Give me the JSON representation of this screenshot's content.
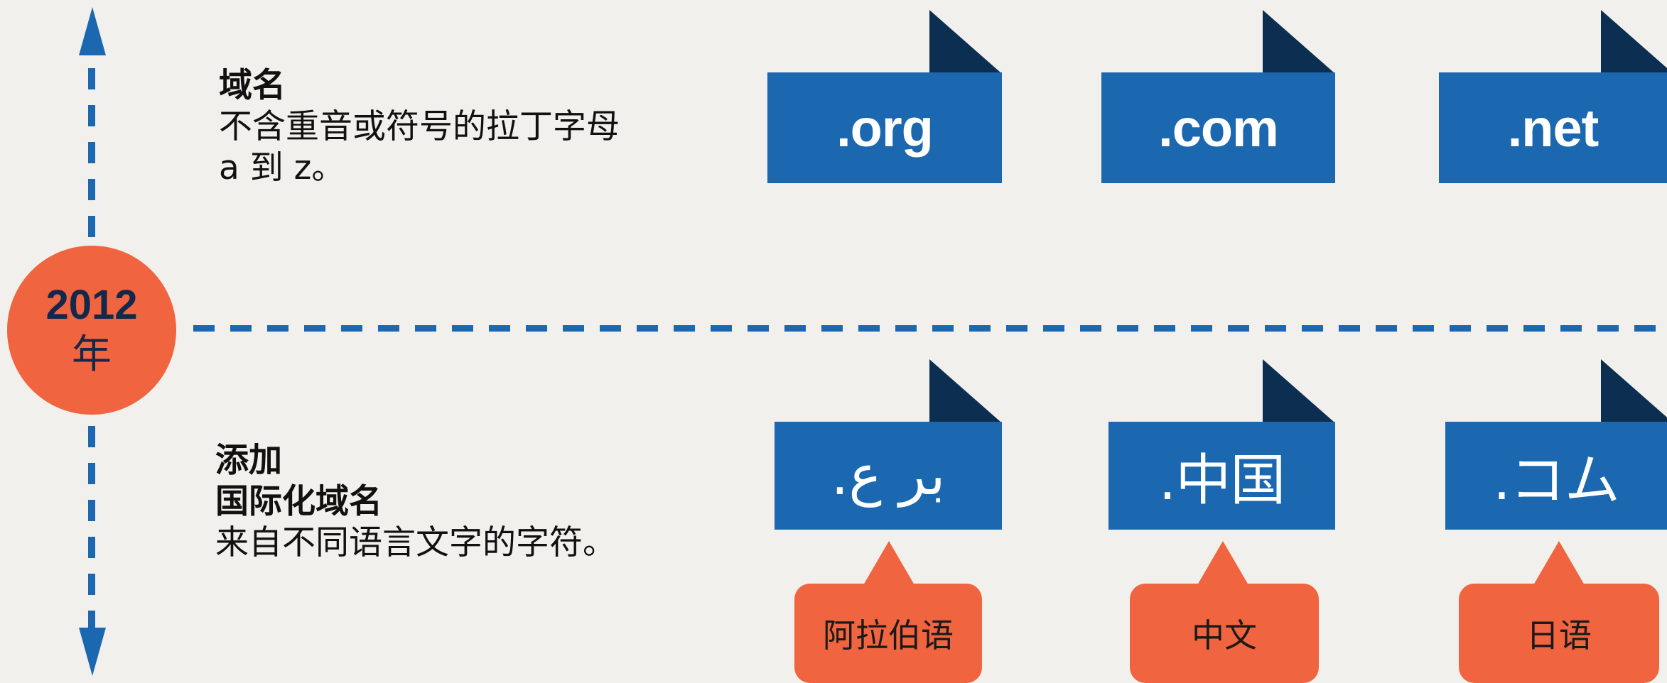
{
  "timeline": {
    "year_number": "2012",
    "year_unit": "年"
  },
  "top_section": {
    "heading": "域名",
    "lines": [
      "不含重音或符号的拉丁字母",
      "a 到 z。"
    ],
    "domains": [
      ".org",
      ".com",
      ".net"
    ]
  },
  "bottom_section": {
    "heading_lines": [
      "添加",
      "国际化域名"
    ],
    "description": "来自不同语言文字的字符。",
    "domains": [
      ".بر ع",
      ".中国",
      ".コム"
    ],
    "languages": [
      "阿拉伯语",
      "中文",
      "日语"
    ]
  },
  "colors": {
    "background": "#f2f0ec",
    "blue": "#1b67b0",
    "dark_navy": "#0c2e50",
    "orange": "#f0643f"
  }
}
